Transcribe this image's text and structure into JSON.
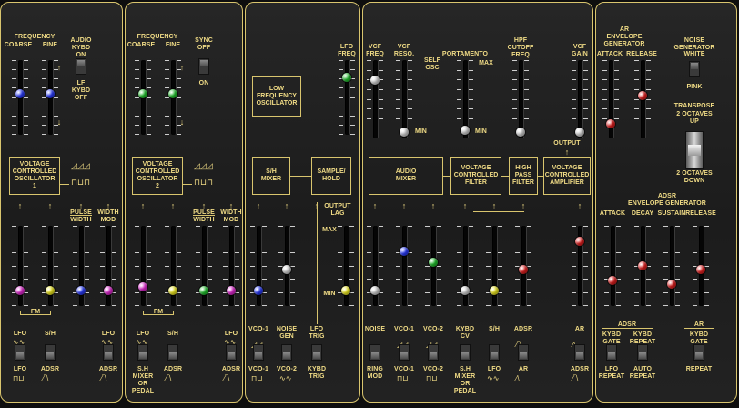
{
  "colors": {
    "accent": "#d9c56e",
    "text": "#f1dc86",
    "background": "#1e1e1e",
    "blue": "#2a3cff",
    "green": "#22c32e",
    "magenta": "#e62ad6",
    "yellow": "#f4ee22",
    "red": "#e62020",
    "white": "#d8d8d8"
  },
  "panels": [
    {
      "id": "vco1",
      "box": "VOLTAGE\nCONTROLLED\nOSCILLATOR\n1",
      "fm": "FM",
      "header": [
        {
          "label": "FREQUENCY",
          "type": "label"
        },
        {
          "label": "COARSE",
          "knob": "blue",
          "value": 0.55
        },
        {
          "label": "FINE",
          "knob": "blue",
          "value": 0.55
        },
        {
          "label": "AUDIO\nKYBD\nON",
          "switch": "up",
          "sub": "LF\nKYBD\nOFF"
        }
      ],
      "faders": [
        {
          "knob": "magenta",
          "value": 0.15
        },
        {
          "knob": "yellow",
          "value": 0.15
        },
        {
          "label": "PULSE\nWIDTH",
          "knob": "blue",
          "value": 0.15
        },
        {
          "label": "WIDTH\nMOD",
          "knob": "magenta",
          "value": 0.15
        }
      ],
      "mods": [
        {
          "top": "LFO",
          "bottom": "LFO",
          "top_icon": "sine",
          "bottom_icon": "square"
        },
        {
          "top": "S/H",
          "bottom": "ADSR",
          "bottom_icon": "adsr"
        },
        {
          "top": "LFO",
          "bottom": "ADSR",
          "top_icon": "sine",
          "bottom_icon": "adsr"
        }
      ]
    },
    {
      "id": "vco2",
      "box": "VOLTAGE\nCONTROLLED\nOSCILLATOR\n2",
      "fm": "FM",
      "header": [
        {
          "label": "FREQUENCY",
          "type": "label"
        },
        {
          "label": "COARSE",
          "knob": "green",
          "value": 0.55
        },
        {
          "label": "FINE",
          "knob": "green",
          "value": 0.55
        },
        {
          "label": "SYNC\nOFF",
          "switch": "up",
          "sub": "ON"
        }
      ],
      "faders": [
        {
          "knob": "magenta",
          "value": 0.2
        },
        {
          "knob": "yellow",
          "value": 0.15
        },
        {
          "label": "PULSE\nWIDTH",
          "knob": "green",
          "value": 0.15
        },
        {
          "label": "WIDTH\nMOD",
          "knob": "magenta",
          "value": 0.15
        }
      ],
      "mods": [
        {
          "top": "LFO",
          "bottom": "S.H\nMIXER\nOR\nPEDAL",
          "top_icon": "sine"
        },
        {
          "top": "S/H",
          "bottom": "ADSR",
          "bottom_icon": "adsr"
        },
        {
          "top": "LFO",
          "bottom": "ADSR",
          "top_icon": "sine",
          "bottom_icon": "adsr"
        }
      ]
    },
    {
      "id": "lfo",
      "lfo_box": "LOW\nFREQUENCY\nOSCILLATOR",
      "lfo_freq": "LFO\nFREQ",
      "sh_box": "S/H\nMIXER",
      "sample_box": "SAMPLE/\nHOLD",
      "output_lag": "OUTPUT\nLAG",
      "max": "MAX",
      "min": "MIN",
      "faders": [
        {
          "knob": "blue",
          "value": 0.15,
          "top": "VCO-1",
          "top_icon": "saw",
          "bottom": "VCO-1",
          "bottom_icon": "square"
        },
        {
          "knob": "white",
          "value": 0.45,
          "top": "NOISE\nGEN",
          "bottom": "VCO-2",
          "bottom_icon": "sine"
        },
        {
          "top": "LFO\nTRIG",
          "bottom": "KYBD\nTRIG"
        }
      ],
      "lfo_knob": {
        "knob": "green",
        "value": 0.8
      },
      "lag_knob": {
        "knob": "yellow",
        "value": 0.15
      }
    },
    {
      "id": "filter",
      "vcf_freq": "VCF\nFREQ",
      "vcf_reso": "VCF\nRESO.",
      "self_osc": "SELF\nOSC",
      "portamento": "PORTAMENTO",
      "max": "MAX",
      "min": "MIN",
      "min2": "MIN",
      "hpf": "HPF\nCUTOFF\nFREQ",
      "vcf_gain": "VCF\nGAIN",
      "output": "OUTPUT",
      "boxes": {
        "mixer": "AUDIO\nMIXER",
        "vcf": "VOLTAGE\nCONTROLLED\nFILTER",
        "hpf": "HIGH\nPASS\nFILTER",
        "vca": "VOLTAGE\nCONTROLLED\nAMPLIFIER"
      },
      "top_knobs": [
        {
          "knob": "white",
          "value": 0.78
        },
        {
          "knob": "white",
          "value": 0.02
        },
        {
          "knob": "white",
          "value": 0.05
        },
        {
          "knob": "white",
          "value": 0.02
        },
        {
          "knob": "white",
          "value": 0.02
        }
      ],
      "faders": [
        {
          "knob": "white",
          "value": 0.15,
          "top": "NOISE",
          "bottom": "RING\nMOD"
        },
        {
          "knob": "blue",
          "value": 0.7,
          "top": "VCO-1",
          "top_icon": "saw",
          "bottom": "VCO-1",
          "bottom_icon": "square"
        },
        {
          "knob": "green",
          "value": 0.55,
          "top": "VCO-2",
          "top_icon": "saw",
          "bottom": "VCO-2",
          "bottom_icon": "square"
        },
        {
          "knob": "white",
          "value": 0.15,
          "top": "KYBD\nCV",
          "bottom": "S.H\nMIXER\nOR\nPEDAL"
        },
        {
          "knob": "yellow",
          "value": 0.15,
          "top": "S/H",
          "bottom": "LFO",
          "bottom_icon": "sine"
        },
        {
          "knob": "red",
          "value": 0.45,
          "top": "ADSR",
          "top_icon": "adsr",
          "bottom": "AR",
          "bottom_icon": "ar"
        },
        {
          "knob": "red",
          "value": 0.85,
          "top": "AR",
          "top_icon": "ar",
          "bottom": "ADSR",
          "bottom_icon": "adsr"
        }
      ]
    },
    {
      "id": "env",
      "ar_gen": "AR\nENVELOPE\nGENERATOR",
      "noise_gen": "NOISE\nGENERATOR",
      "white": "WHITE",
      "pink": "PINK",
      "attack": "ATTACK",
      "release": "RELEASE",
      "transpose": "TRANSPOSE",
      "up": "2 OCTAVES\nUP",
      "down": "2 OCTAVES\nDOWN",
      "adsr_gen": "ADSR\nENVELOPE GENERATOR",
      "adsr_labels": [
        "ATTACK",
        "DECAY",
        "SUSTAIN",
        "RELEASE"
      ],
      "ar_knobs": [
        {
          "knob": "red",
          "value": 0.15
        },
        {
          "knob": "red",
          "value": 0.55
        }
      ],
      "adsr_knobs": [
        {
          "knob": "red",
          "value": 0.3
        },
        {
          "knob": "red",
          "value": 0.5
        },
        {
          "knob": "red",
          "value": 0.25
        },
        {
          "knob": "red",
          "value": 0.45
        }
      ],
      "adsr_title": "ADSR",
      "ar_title": "AR",
      "kybd_gate": "KYBD\nGATE",
      "kybd_repeat": "KYBD\nREPEAT",
      "ar_kybd_gate": "KYBD\nGATE",
      "lfo_repeat": "LFO\nREPEAT",
      "auto_repeat": "AUTO\nREPEAT",
      "repeat": "REPEAT"
    }
  ]
}
